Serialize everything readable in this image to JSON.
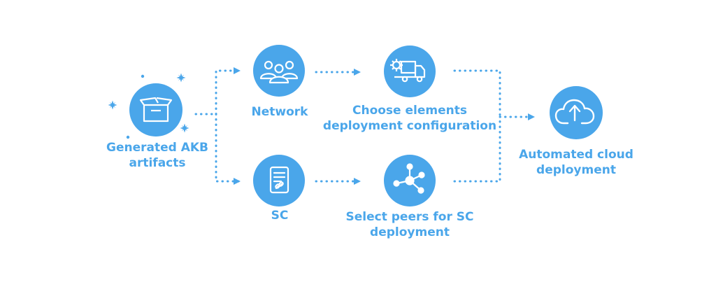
{
  "colors": {
    "accent": "#4aa6ea",
    "icon_stroke": "#ffffff",
    "background": "#ffffff"
  },
  "nodes": {
    "artifacts": {
      "icon": "open-box-icon",
      "lines": [
        "Generated AKB",
        "artifacts"
      ]
    },
    "network": {
      "icon": "people-group-icon",
      "lines": [
        "Network"
      ]
    },
    "sc": {
      "icon": "contract-document-icon",
      "lines": [
        "SC"
      ]
    },
    "choose": {
      "icon": "gear-truck-icon",
      "lines": [
        "Choose elements",
        "deployment configuration"
      ]
    },
    "select": {
      "icon": "network-hub-icon",
      "lines": [
        "Select peers for SC",
        "deployment"
      ]
    },
    "cloud": {
      "icon": "cloud-upload-icon",
      "lines": [
        "Automated cloud",
        "deployment"
      ]
    }
  },
  "decorations": [
    "sparkle-icon"
  ]
}
